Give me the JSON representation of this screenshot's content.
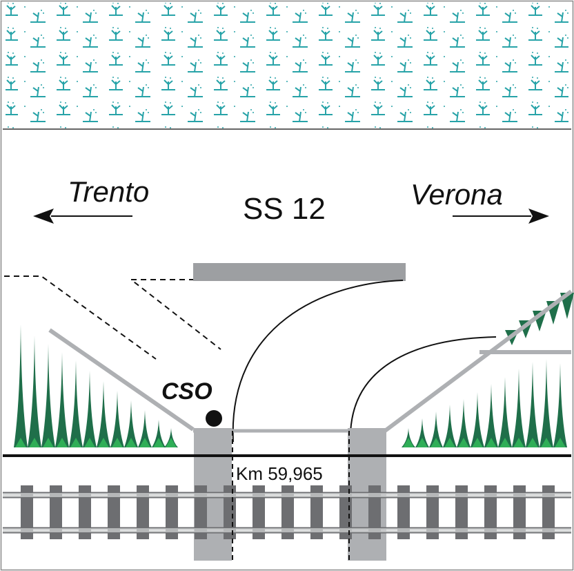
{
  "labels": {
    "left_direction": "Trento",
    "right_direction": "Verona",
    "road": "SS 12",
    "marker": "CSO",
    "kilometer": "Km 59,965"
  },
  "colors": {
    "water_pattern": "#27a3a8",
    "vegetation": "#1f6f4a",
    "vegetation_highlight": "#2fae57",
    "gray_light": "#aeb0b3",
    "gray_mid": "#9d9fa2",
    "gray_rail": "#6d6e71",
    "line": "#111111"
  },
  "icons": {
    "water": "wetland-pattern-icon",
    "vegetation": "vegetation-spike-icon",
    "arrows": "direction-arrow-icon"
  }
}
